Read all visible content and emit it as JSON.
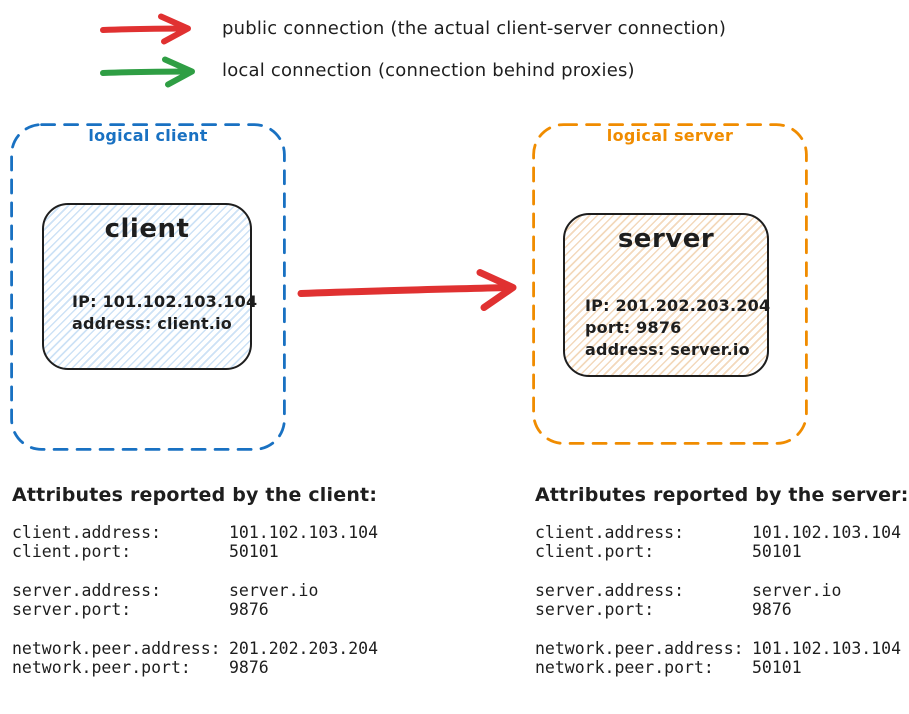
{
  "legend": {
    "items": [
      {
        "name": "public-connection",
        "label": "public connection (the actual client-server connection)",
        "color": "#e03131"
      },
      {
        "name": "local-connection",
        "label": "local connection (connection behind proxies)",
        "color": "#2f9e44"
      }
    ]
  },
  "client_group": {
    "label": "logical client",
    "border_color": "#1971c2",
    "node": {
      "title": "client",
      "details": {
        "0": "IP: 101.102.103.104",
        "1": "address: client.io"
      },
      "hatch_color": "#a5d8ff"
    }
  },
  "server_group": {
    "label": "logical server",
    "border_color": "#f08c00",
    "node": {
      "title": "server",
      "details": {
        "0": "IP: 201.202.203.204",
        "1": "port: 9876",
        "2": "address: server.io"
      },
      "hatch_color": "#ffd8a8"
    }
  },
  "connection": {
    "kind": "public",
    "color": "#e03131",
    "direction": "client-to-server"
  },
  "client_attributes": {
    "title": "Attributes reported by the client:",
    "rows": [
      {
        "key": "client.address:",
        "value": "101.102.103.104"
      },
      {
        "key": "client.port:",
        "value": "50101"
      },
      {
        "key": "server.address:",
        "value": "server.io"
      },
      {
        "key": "server.port:",
        "value": "9876"
      },
      {
        "key": "network.peer.address:",
        "value": "201.202.203.204"
      },
      {
        "key": "network.peer.port:",
        "value": "9876"
      }
    ]
  },
  "server_attributes": {
    "title": "Attributes reported by the server:",
    "rows": [
      {
        "key": "client.address:",
        "value": "101.102.103.104"
      },
      {
        "key": "client.port:",
        "value": "50101"
      },
      {
        "key": "server.address:",
        "value": "server.io"
      },
      {
        "key": "server.port:",
        "value": "9876"
      },
      {
        "key": "network.peer.address:",
        "value": "101.102.103.104"
      },
      {
        "key": "network.peer.port:",
        "value": "50101"
      }
    ]
  }
}
